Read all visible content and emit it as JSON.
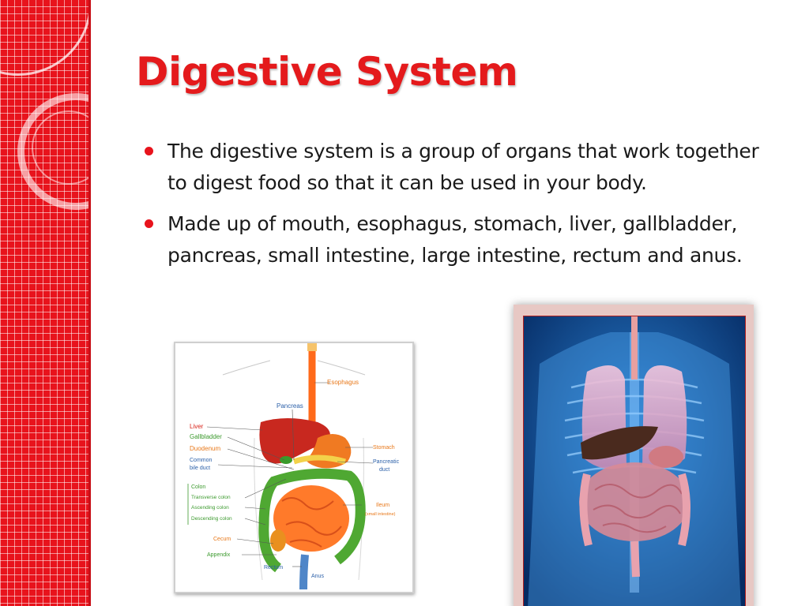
{
  "slide": {
    "title": "Digestive System",
    "bullets": [
      "The digestive system is a group of organs that work together to digest food so that it can be used in your body.",
      "Made up of mouth, esophagus, stomach, liver, gallbladder, pancreas, small intestine, large intestine, rectum and anus."
    ]
  },
  "diagram": {
    "labels": {
      "esophagus": "Esophagus",
      "pancreas": "Pancreas",
      "liver": "Liver",
      "gallbladder": "Gallbladder",
      "duodenum": "Duodenum",
      "common_bile_duct_1": "Common",
      "common_bile_duct_2": "bile duct",
      "stomach": "Stomach",
      "pancreatic_duct_1": "Pancreatic",
      "pancreatic_duct_2": "duct",
      "colon": "Colon",
      "transverse_colon": "Transverse colon",
      "ascending_colon": "Ascending colon",
      "descending_colon": "Descending colon",
      "ileum": "Ileum",
      "small_intestine": "(small intestine)",
      "cecum": "Cecum",
      "appendix": "Appendix",
      "rectum": "Rectum",
      "anus": "Anus"
    }
  },
  "colors": {
    "accent_red": "#e8131c",
    "title_red": "#e41a1c",
    "label_red": "#d9261c",
    "label_orange": "#e8781a",
    "label_green": "#3c9a2e",
    "label_blue": "#2a5fa8"
  },
  "icons": {
    "bullet": "red-dot-icon"
  }
}
